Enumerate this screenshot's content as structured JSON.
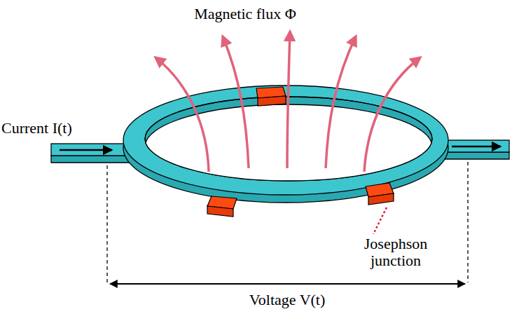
{
  "diagram": {
    "labels": [
      "Magnetic flux Φ",
      "Current I(t)",
      "Josephson junction",
      "Voltage V(t)"
    ]
  }
}
